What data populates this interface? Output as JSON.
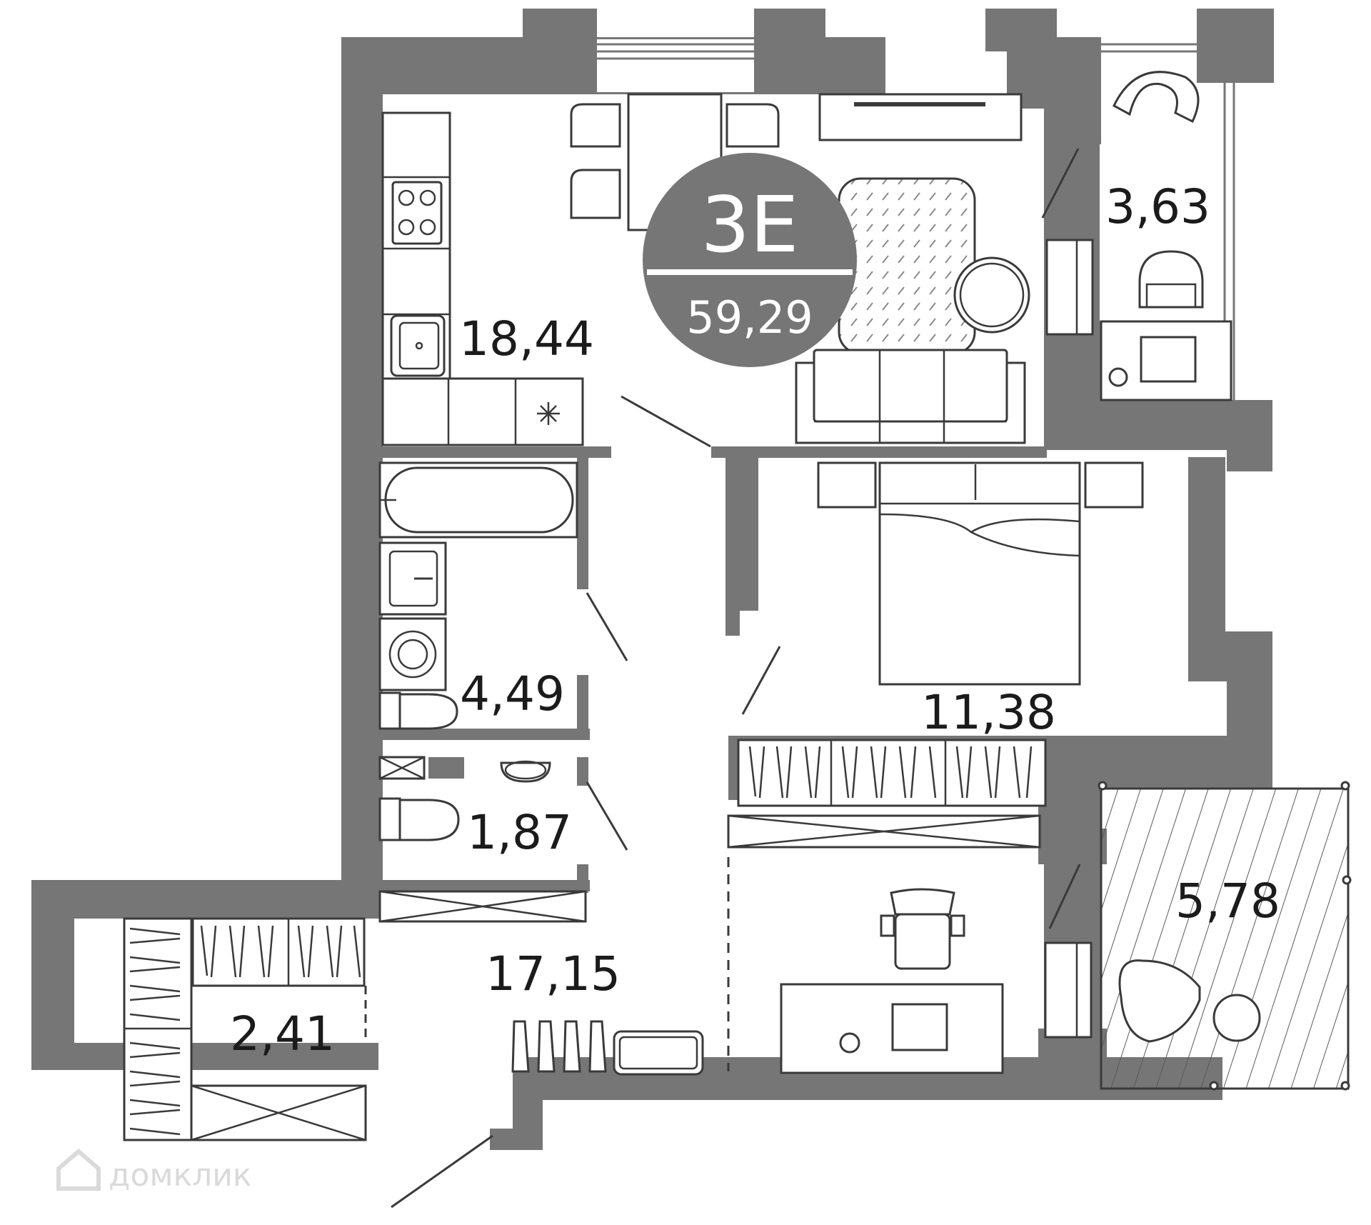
{
  "badge": {
    "title": "3E",
    "total_area": "59,29",
    "color": "#767676"
  },
  "rooms": [
    {
      "id": "kitchen-living",
      "area": "18,44"
    },
    {
      "id": "balcony-top",
      "area": "3,63"
    },
    {
      "id": "bathroom",
      "area": "4,49"
    },
    {
      "id": "toilet",
      "area": "1,87"
    },
    {
      "id": "bedroom",
      "area": "11,38"
    },
    {
      "id": "hallway",
      "area": "17,15"
    },
    {
      "id": "wardrobe",
      "area": "2,41"
    },
    {
      "id": "loggia",
      "area": "5,78"
    }
  ],
  "watermark": {
    "text": "домклик",
    "icon": "house-logo-icon"
  },
  "colors": {
    "wall": "#767676",
    "line": "#3a3a3a",
    "background": "#ffffff"
  }
}
